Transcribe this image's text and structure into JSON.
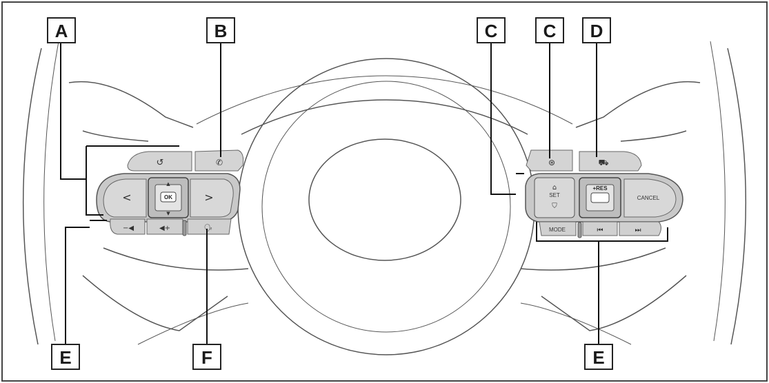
{
  "callouts": {
    "a": "A",
    "b": "B",
    "c1": "C",
    "c2": "C",
    "d": "D",
    "e1": "E",
    "e2": "E",
    "f": "F"
  },
  "buttons": {
    "ok_label": "OK",
    "res_label": "+RES",
    "cancel_label": "CANCEL",
    "mode_label": "MODE",
    "set_label": "SET",
    "back_glyph": "↺",
    "left_glyph": "<",
    "right_glyph": ">",
    "vol_down_glyph": "−◀",
    "vol_up_glyph": "◀+",
    "prev_glyph": "⏮",
    "next_glyph": "⏭"
  },
  "icons": {
    "phone": "phone-icon",
    "voice": "voice-command-icon",
    "cruise": "cruise-control-icon",
    "distance": "vehicle-distance-icon"
  }
}
